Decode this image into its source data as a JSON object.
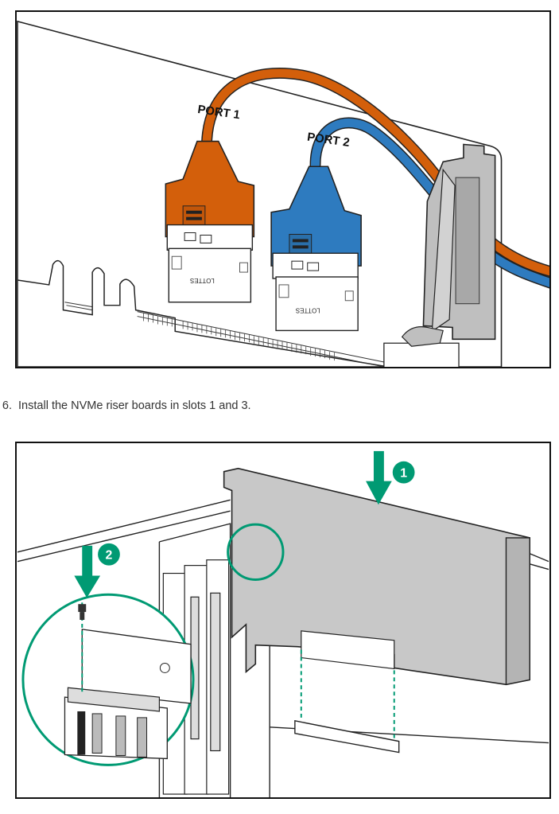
{
  "figure1": {
    "port1_label": "PORT 1",
    "port2_label": "PORT 2",
    "connector_text": "LOTTES",
    "cable_colors": {
      "port1": "#d35f0b",
      "port2": "#2e7bbf"
    }
  },
  "step": {
    "number": "6.",
    "text": "Install the NVMe riser boards in slots 1 and 3."
  },
  "figure2": {
    "callout_1": "1",
    "callout_2": "2",
    "accent_color": "#009a73"
  }
}
